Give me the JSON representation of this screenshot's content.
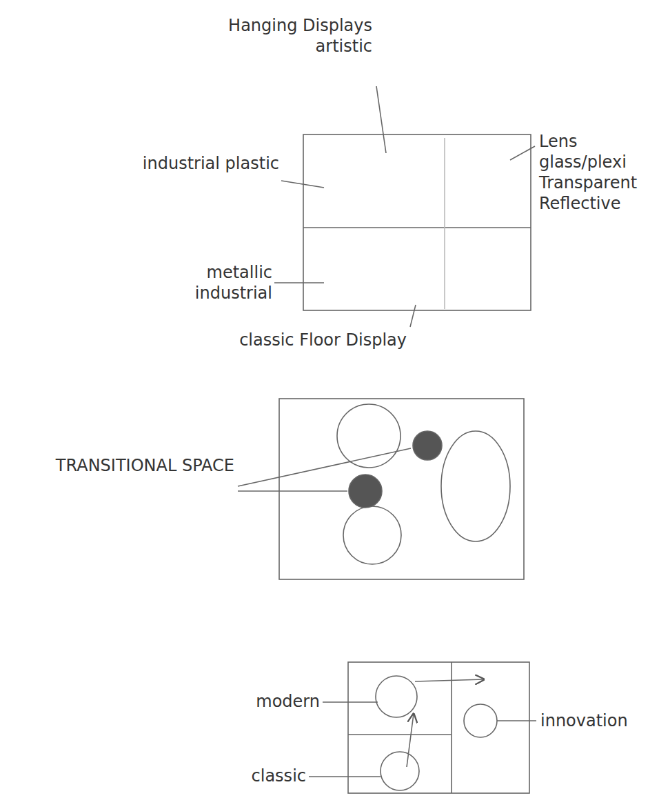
{
  "diagram": {
    "labels": [
      "Hanging Displays artistic",
      "industrial plastic",
      "metallic industrial",
      "classic Floor Display",
      "Lens glass/plexi Transparent Reflective",
      "TRANSITIONAL SPACE",
      "modern",
      "classic",
      "innovation"
    ]
  }
}
